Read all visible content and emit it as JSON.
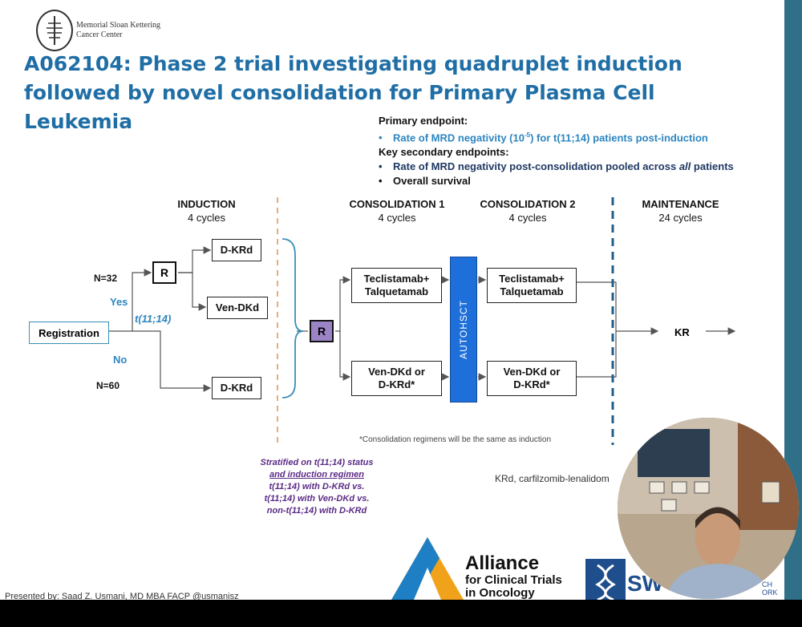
{
  "logo": {
    "line1": "Memorial Sloan Kettering",
    "line2": "Cancer Center"
  },
  "title": "A062104: Phase 2 trial investigating quadruplet induction followed by novel consolidation for Primary Plasma Cell Leukemia",
  "endpoints": {
    "primary_label": "Primary endpoint:",
    "primary_item": "Rate of MRD negativity (10",
    "primary_exp": "-5",
    "primary_rest": ") for t(11;14) patients post-induction",
    "secondary_label": "Key secondary endpoints:",
    "secondary_item1_a": "Rate of MRD negativity post-consolidation pooled across ",
    "secondary_item1_em": "all",
    "secondary_item1_b": " patients",
    "secondary_item2": "Overall survival"
  },
  "phases": {
    "induction": {
      "label": "INDUCTION",
      "cycles": "4 cycles"
    },
    "consolidation1": {
      "label": "CONSOLIDATION 1",
      "cycles": "4 cycles"
    },
    "consolidation2": {
      "label": "CONSOLIDATION 2",
      "cycles": "4 cycles"
    },
    "maintenance": {
      "label": "MAINTENANCE",
      "cycles": "24 cycles"
    }
  },
  "flow": {
    "registration": "Registration",
    "n_yes": "N=32",
    "yes": "Yes",
    "t1114": "t(11;14)",
    "no": "No",
    "n_no": "N=60",
    "random": "R",
    "induction_arm1": "D-KRd",
    "induction_arm2": "Ven-DKd",
    "induction_arm3": "D-KRd",
    "c1_arm1_l1": "Teclistamab+",
    "c1_arm1_l2": "Talquetamab",
    "c1_arm2_l1": "Ven-DKd or",
    "c1_arm2_l2": "D-KRd*",
    "autohsct": "AUTOHSCT",
    "c2_arm1_l1": "Teclistamab+",
    "c2_arm1_l2": "Talquetamab",
    "c2_arm2_l1": "Ven-DKd or",
    "c2_arm2_l2": "D-KRd*",
    "maintenance": "KR"
  },
  "footnote": "*Consolidation regimens will be the same as induction",
  "stratification": {
    "l1": "Stratified on t(11;14) status",
    "l2": "and induction regimen",
    "l3": "t(11;14) with D-KRd vs.",
    "l4": "t(11;14) with Ven-DKd vs.",
    "l5": "non-t(11;14) with D-KRd"
  },
  "abbrev": "KRd, carfilzomib-lenalidom",
  "alliance": {
    "l1": "Alliance",
    "l2": "for Clinical Trials",
    "l3": "in Oncology"
  },
  "swog": "SW",
  "swog_side": "CH ORK",
  "presenter": "Presented by: Saad Z. Usmani, MD MBA FACP  @usmanisz",
  "colors": {
    "title": "#1f6ea5",
    "accent_blue": "#2e86c1",
    "autohsct": "#1e6fd9",
    "random_purple": "#9b84c6",
    "strat_purple": "#5b2a86"
  }
}
